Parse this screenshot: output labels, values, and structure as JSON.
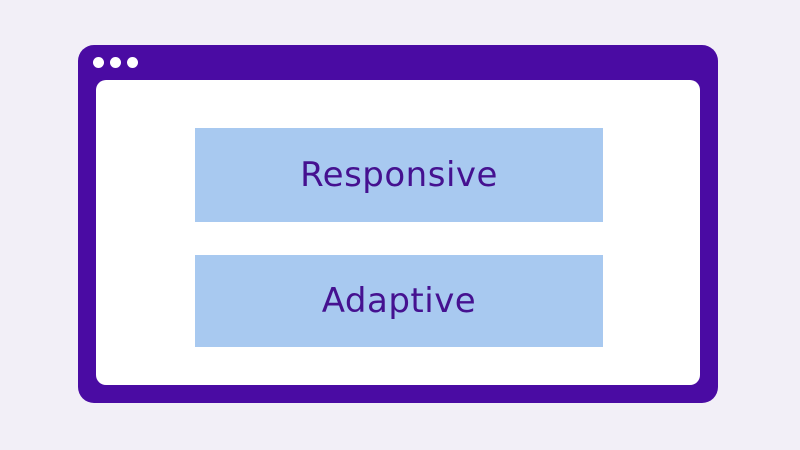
{
  "colors": {
    "background": "#F2EFF7",
    "frame_purple": "#4A0BA3",
    "content_white": "#FFFFFF",
    "block_blue": "#A8C9F0",
    "text_purple": "#451190",
    "dot_white": "#FFFFFF"
  },
  "window": {
    "control_dots_count": 3
  },
  "blocks": [
    {
      "label": "Responsive"
    },
    {
      "label": "Adaptive"
    }
  ]
}
